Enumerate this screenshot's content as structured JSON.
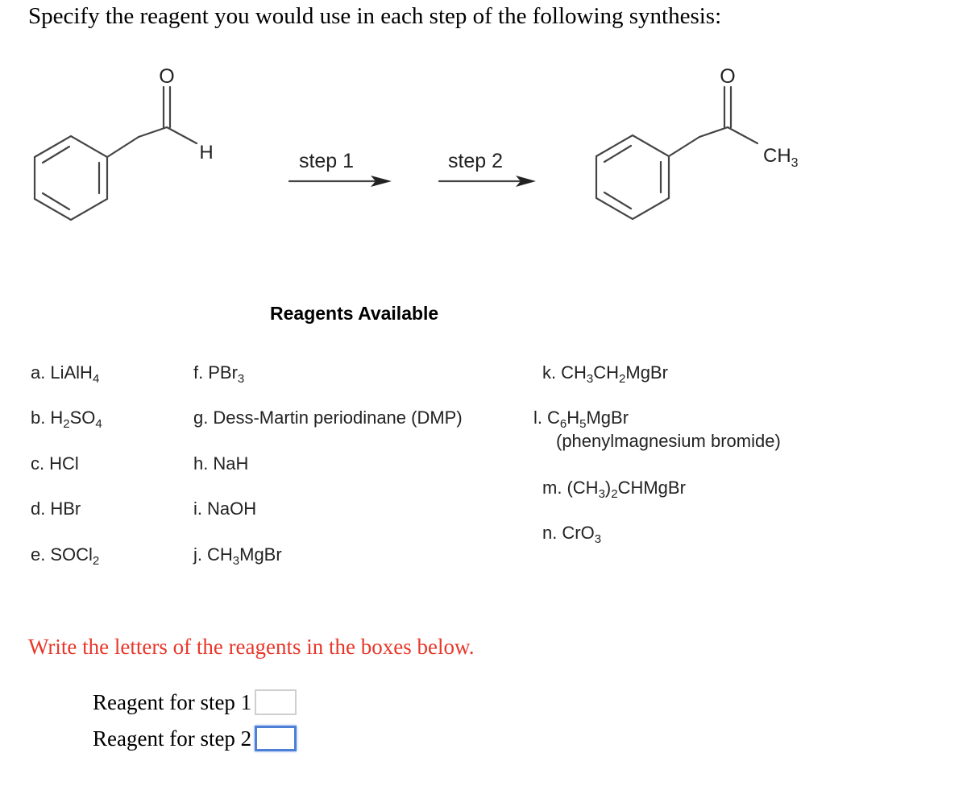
{
  "question": "Specify the reagent you would use in each step of the following synthesis:",
  "scheme": {
    "start_atom_O": "O",
    "start_atom_H": "H",
    "step1_label": "step 1",
    "step2_label": "step 2",
    "product_atom_O": "O",
    "product_group_CH": "CH",
    "product_group_sub": "3"
  },
  "reagents_title": "Reagents Available",
  "reagents": [
    {
      "letter": "a.",
      "formula": [
        [
          "LiAlH",
          ""
        ],
        [
          "4",
          "sub"
        ]
      ]
    },
    {
      "letter": "b.",
      "formula": [
        [
          "H",
          ""
        ],
        [
          "2",
          "sub"
        ],
        [
          "SO",
          ""
        ],
        [
          "4",
          "sub"
        ]
      ]
    },
    {
      "letter": "c.",
      "formula": [
        [
          "HCl",
          ""
        ]
      ]
    },
    {
      "letter": "d.",
      "formula": [
        [
          "HBr",
          ""
        ]
      ]
    },
    {
      "letter": "e.",
      "formula": [
        [
          "SOCl",
          ""
        ],
        [
          "2",
          "sub"
        ]
      ]
    },
    {
      "letter": "f.",
      "formula": [
        [
          "PBr",
          ""
        ],
        [
          "3",
          "sub"
        ]
      ]
    },
    {
      "letter": "g.",
      "formula": [
        [
          "Dess-Martin periodinane (DMP)",
          ""
        ]
      ]
    },
    {
      "letter": "h.",
      "formula": [
        [
          "NaH",
          ""
        ]
      ]
    },
    {
      "letter": "i.",
      "formula": [
        [
          "NaOH",
          ""
        ]
      ]
    },
    {
      "letter": "j.",
      "formula": [
        [
          "CH",
          ""
        ],
        [
          "3",
          "sub"
        ],
        [
          "MgBr",
          ""
        ]
      ]
    },
    {
      "letter": "k.",
      "formula": [
        [
          "CH",
          ""
        ],
        [
          "3",
          "sub"
        ],
        [
          "CH",
          ""
        ],
        [
          "2",
          "sub"
        ],
        [
          "MgBr",
          ""
        ]
      ]
    },
    {
      "letter": "l.",
      "formula": [
        [
          "C",
          ""
        ],
        [
          "6",
          "sub"
        ],
        [
          "H",
          ""
        ],
        [
          "5",
          "sub"
        ],
        [
          "MgBr",
          ""
        ]
      ],
      "note": "(phenylmagnesium bromide)"
    },
    {
      "letter": "m.",
      "formula": [
        [
          "(CH",
          ""
        ],
        [
          "3",
          "sub"
        ],
        [
          ")",
          ""
        ],
        [
          "2",
          "sub"
        ],
        [
          "CHMgBr",
          ""
        ]
      ]
    },
    {
      "letter": "n.",
      "formula": [
        [
          "CrO",
          ""
        ],
        [
          "3",
          "sub"
        ]
      ]
    }
  ],
  "instruction": "Write the letters of the reagents in the boxes below.",
  "answers": [
    {
      "label": "Reagent for step 1",
      "value": ""
    },
    {
      "label": "Reagent for step 2",
      "value": ""
    }
  ],
  "colors": {
    "instruction": "#e8372b",
    "focus_border": "#4d7fd6",
    "box_border": "#cfcfcf"
  }
}
